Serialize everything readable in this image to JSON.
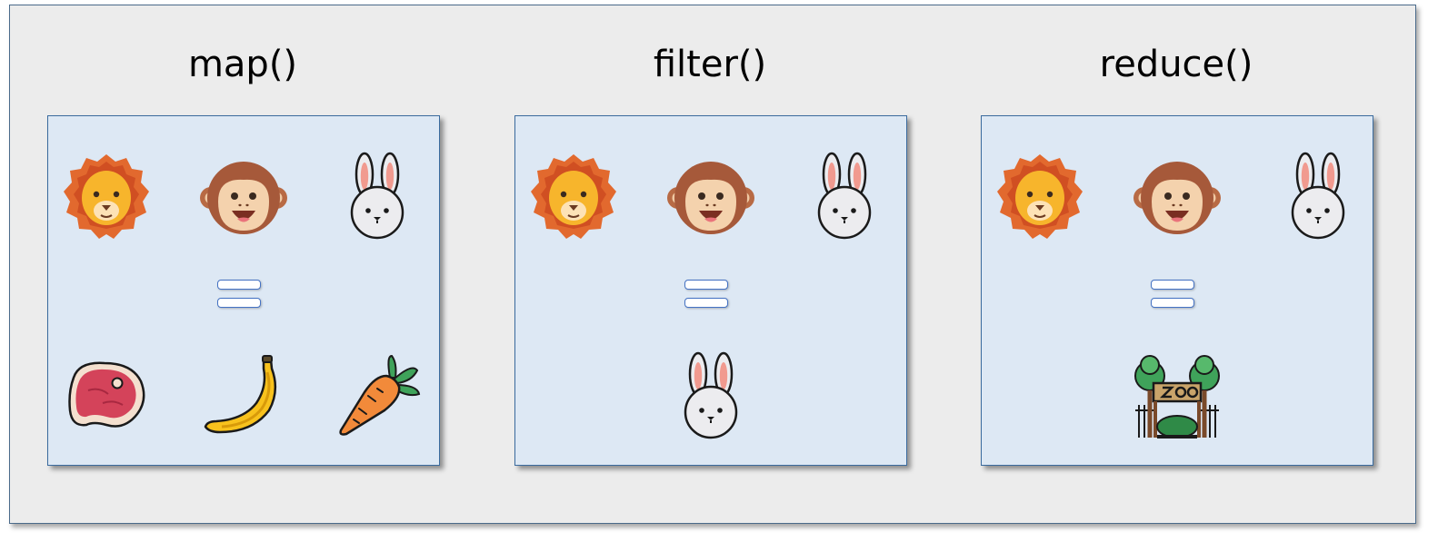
{
  "panels": [
    {
      "title": "map()",
      "inputs": [
        "lion-icon",
        "monkey-icon",
        "rabbit-icon"
      ],
      "operator": "equals-icon",
      "outputs": [
        "steak-icon",
        "banana-icon",
        "carrot-icon"
      ]
    },
    {
      "title": "filter()",
      "inputs": [
        "lion-icon",
        "monkey-icon",
        "rabbit-icon"
      ],
      "operator": "equals-icon",
      "outputs": [
        "rabbit-icon"
      ]
    },
    {
      "title": "reduce()",
      "inputs": [
        "lion-icon",
        "monkey-icon",
        "rabbit-icon"
      ],
      "operator": "equals-icon",
      "outputs": [
        "zoo-icon"
      ]
    }
  ],
  "colors": {
    "background": "#ececec",
    "panel": "#dde8f4",
    "panel_border": "#3b6b9e",
    "equals_border": "#4472c4"
  }
}
